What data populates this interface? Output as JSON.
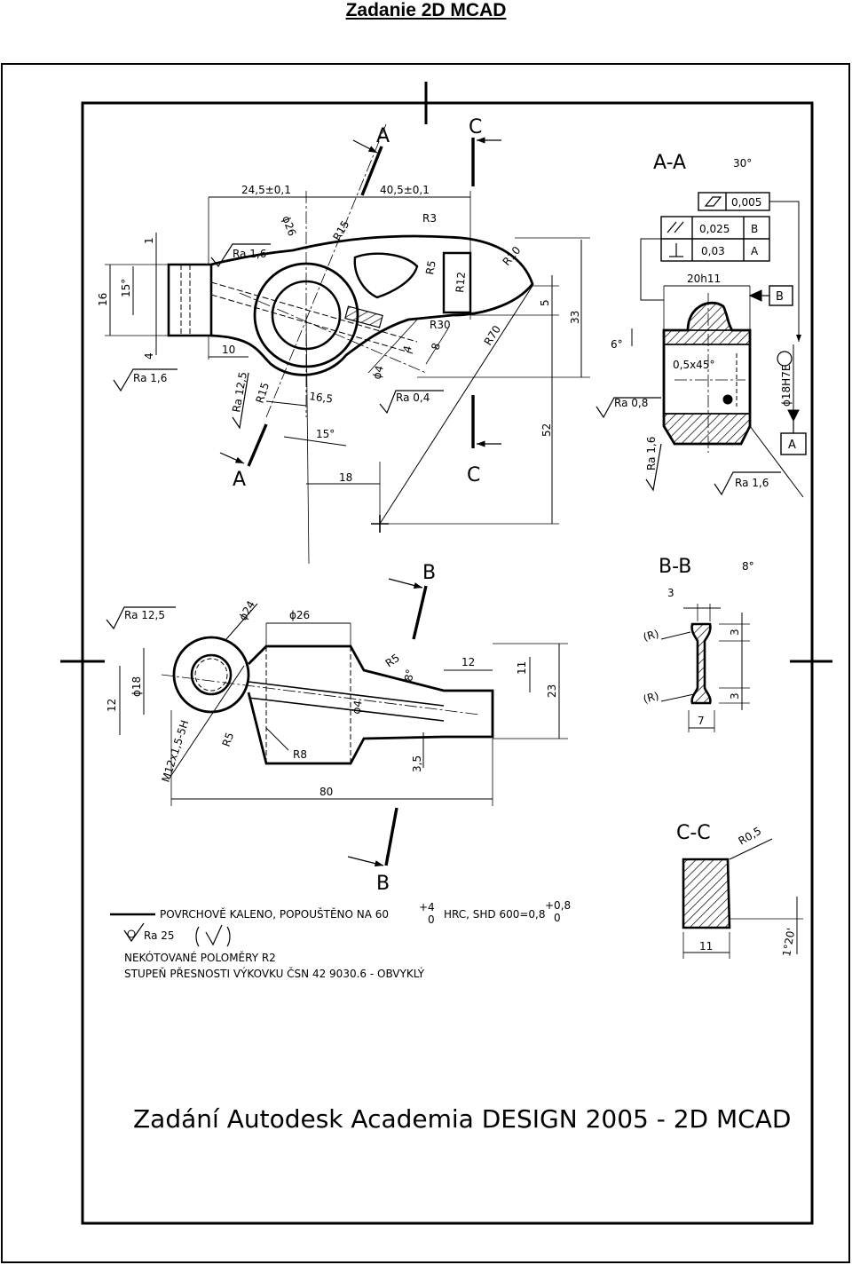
{
  "page_title": "Zadanie 2D MCAD",
  "footer_title": "Zadání Autodesk Academia DESIGN 2005 - 2D MCAD",
  "sections": {
    "a_label": "A",
    "c_label": "C",
    "b_label": "B",
    "aa_title": "A-A",
    "aa_angle": "30°",
    "bb_title": "B-B",
    "bb_angle": "8°",
    "cc_title": "C-C"
  },
  "main_view_dims": {
    "d1": "24,5±0,1",
    "d2": "40,5±0,1",
    "phi26": "ϕ26",
    "r15a": "R15",
    "r3": "R3",
    "r5": "R5",
    "r12": "R12",
    "r10": "R10",
    "r30": "R30",
    "r70": "R70",
    "r15b": "R15",
    "ra16a": "Ra 1,6",
    "ra16b": "Ra 1,6",
    "ra125": "Ra 12,5",
    "ra04": "Ra 0,4",
    "d16": "16",
    "d15deg": "15°",
    "d1v": "1",
    "d4": "4",
    "d10": "10",
    "d165": "16,5",
    "phi4": "ϕ4",
    "d4b": "4",
    "d8": "8",
    "d5": "5",
    "d33": "33",
    "d52": "52",
    "d15deg_b": "15°",
    "d18": "18"
  },
  "aa_dims": {
    "tol_flat": "0,005",
    "tol_par": "0,025",
    "tol_par_ref": "B",
    "tol_perp": "0,03",
    "tol_perp_ref": "A",
    "d20h11": "20h11",
    "datum_b": "B",
    "datum_a": "A",
    "d6deg": "6°",
    "chamfer": "0,5x45°",
    "phi18": "ϕ18H7E",
    "ra08": "Ra 0,8",
    "ra16a": "Ra 1,6",
    "ra16b": "Ra 1,6"
  },
  "bottom_view_dims": {
    "ra125": "Ra 12,5",
    "phi24": "ϕ24",
    "phi26": "ϕ26",
    "phi18": "ϕ18",
    "d12": "12",
    "r5a": "R5",
    "d8deg": "8°",
    "d12b": "12",
    "d11": "11",
    "d23": "23",
    "phi4": "ϕ4",
    "thread": "M12x1,5-5H",
    "r5b": "R5",
    "r8": "R8",
    "d35": "3,5",
    "d80": "80"
  },
  "bb_dims": {
    "d3a": "3",
    "d3b": "3",
    "d3c": "3",
    "d7": "7",
    "r1": "(R)",
    "r2": "(R)"
  },
  "cc_dims": {
    "r05": "R0,5",
    "d11": "11",
    "angle": "1°20'"
  },
  "notes": {
    "line1": "POVRCHOVĚ KALENO, POPOUŠTĚNO NA 60",
    "tol_upper": "+4",
    "tol_lower": "0",
    "line1b": "HRC, SHD 600=0,8",
    "tol2_upper": "+0,8",
    "tol2_lower": "0",
    "ra25": "Ra 25",
    "line3": "NEKÓTOVANÉ POLOMĚRY R2",
    "line4": "STUPEŇ PŘESNOSTI VÝKOVKU ČSN 42 9030.6 - OBVYKLÝ"
  }
}
